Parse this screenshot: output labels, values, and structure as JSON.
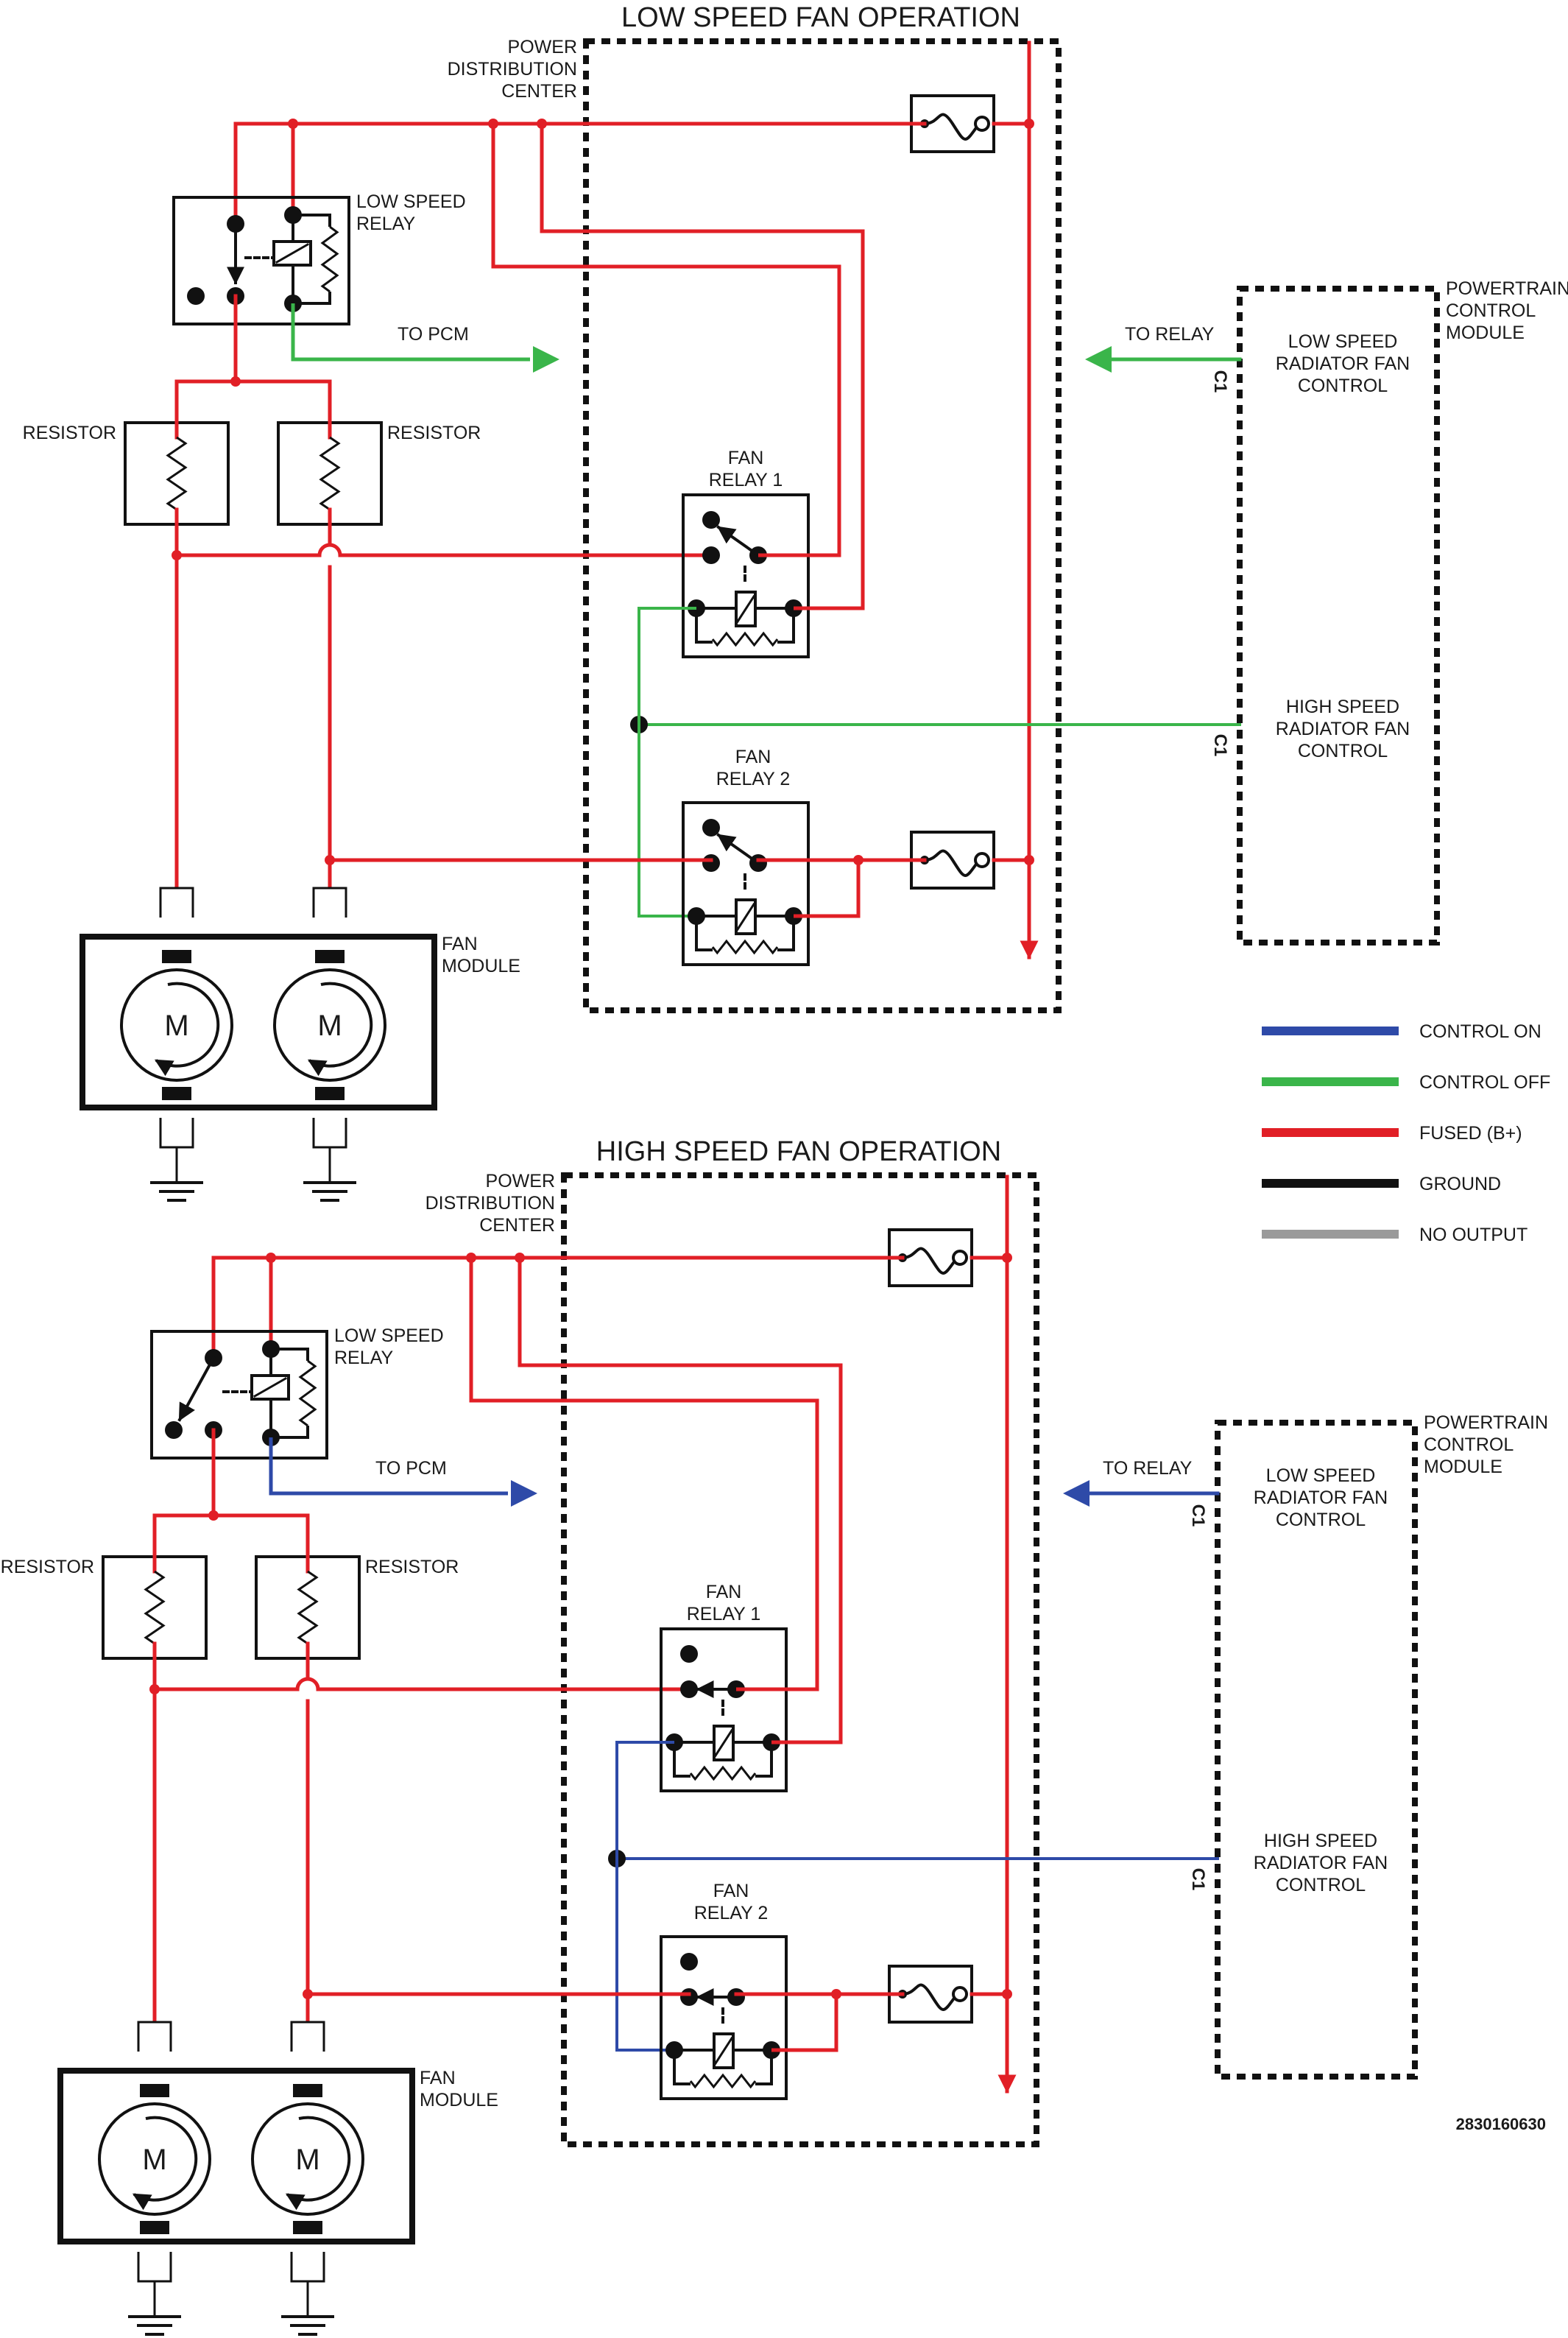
{
  "colors": {
    "control_on": "#2e4aa8",
    "control_off": "#3ab54a",
    "fused": "#e11f26",
    "ground": "#111111",
    "no_output": "#9a9a9a"
  },
  "legend": [
    {
      "label": "CONTROL ON",
      "color": "#2e4aa8"
    },
    {
      "label": "CONTROL OFF",
      "color": "#3ab54a"
    },
    {
      "label": "FUSED (B+)",
      "color": "#e11f26"
    },
    {
      "label": "GROUND",
      "color": "#111111"
    },
    {
      "label": "NO OUTPUT",
      "color": "#9a9a9a"
    }
  ],
  "diagram_code": "2830160630",
  "panels": [
    {
      "title": "LOW SPEED FAN OPERATION",
      "pdc_label": [
        "POWER",
        "DISTRIBUTION",
        "CENTER"
      ],
      "pcm_label": [
        "POWERTRAIN",
        "CONTROL",
        "MODULE"
      ],
      "low_relay_label": [
        "LOW SPEED",
        "RELAY"
      ],
      "to_pcm": "TO PCM",
      "to_relay": "TO RELAY",
      "fan_relay1_label": [
        "FAN",
        "RELAY 1"
      ],
      "fan_relay2_label": [
        "FAN",
        "RELAY 2"
      ],
      "resistor_left": "RESISTOR",
      "resistor_right": "RESISTOR",
      "fan_module_label": [
        "FAN",
        "MODULE"
      ],
      "low_fan_control": [
        "LOW SPEED",
        "RADIATOR FAN",
        "CONTROL"
      ],
      "high_fan_control": [
        "HIGH SPEED",
        "RADIATOR FAN",
        "CONTROL"
      ],
      "connector": "C1",
      "motor": "M",
      "control_state": "off"
    },
    {
      "title": "HIGH SPEED FAN OPERATION",
      "pdc_label": [
        "POWER",
        "DISTRIBUTION",
        "CENTER"
      ],
      "pcm_label": [
        "POWERTRAIN",
        "CONTROL",
        "MODULE"
      ],
      "low_relay_label": [
        "LOW SPEED",
        "RELAY"
      ],
      "to_pcm": "TO PCM",
      "to_relay": "TO RELAY",
      "fan_relay1_label": [
        "FAN",
        "RELAY 1"
      ],
      "fan_relay2_label": [
        "FAN",
        "RELAY 2"
      ],
      "resistor_left": "RESISTOR",
      "resistor_right": "RESISTOR",
      "fan_module_label": [
        "FAN",
        "MODULE"
      ],
      "low_fan_control": [
        "LOW SPEED",
        "RADIATOR FAN",
        "CONTROL"
      ],
      "high_fan_control": [
        "HIGH SPEED",
        "RADIATOR FAN",
        "CONTROL"
      ],
      "connector": "C1",
      "motor": "M",
      "control_state": "on"
    }
  ]
}
